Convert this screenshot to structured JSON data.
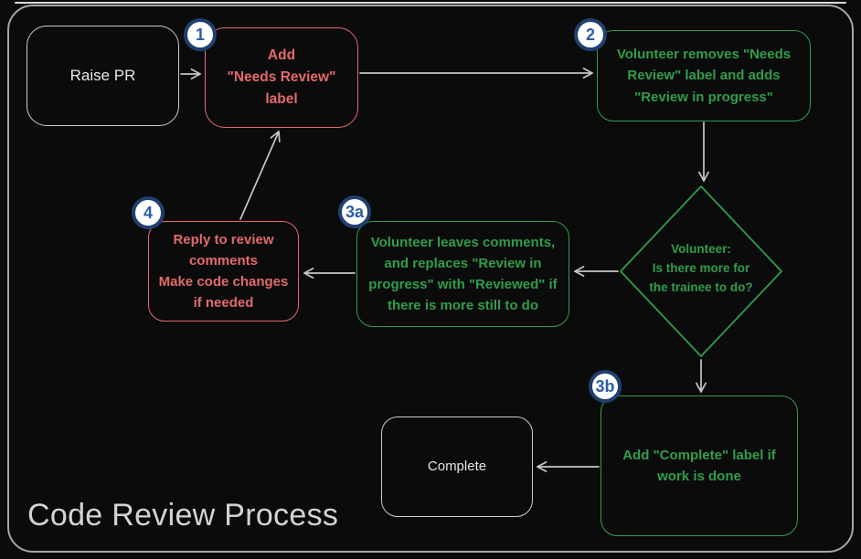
{
  "title": "Code Review Process",
  "colors": {
    "background": "#0b0b0c",
    "frame_border": "#a6a6a6",
    "arrow": "#c7c7c7",
    "red_accent": "#e46a6a",
    "green_accent": "#2f9e49",
    "neutral_node": "#cccccc",
    "badge_fill": "#ffffff",
    "badge_ring": "#20406f",
    "badge_text": "#2b5ca9",
    "title_text": "#d3d3d3"
  },
  "nodes": {
    "raise_pr": {
      "label": "Raise PR"
    },
    "add_needs_review": {
      "badge": "1",
      "label": "Add\n\"Needs Review\"\nlabel"
    },
    "volunteer_removes": {
      "badge": "2",
      "label": "Volunteer removes \"Needs\nReview\" label and adds\n\"Review in progress\""
    },
    "decision": {
      "label": "Volunteer:\nIs there more for\nthe trainee to do?"
    },
    "volunteer_leaves_comments": {
      "badge": "3a",
      "label": "Volunteer leaves comments,\nand replaces \"Review in\nprogress\" with \"Reviewed\" if\nthere is more still to do"
    },
    "reply_to_comments": {
      "badge": "4",
      "label": "Reply to review\ncomments\nMake code changes\nif needed"
    },
    "add_complete_label": {
      "badge": "3b",
      "label": "Add \"Complete\" label if\nwork is done"
    },
    "complete": {
      "label": "Complete"
    }
  }
}
